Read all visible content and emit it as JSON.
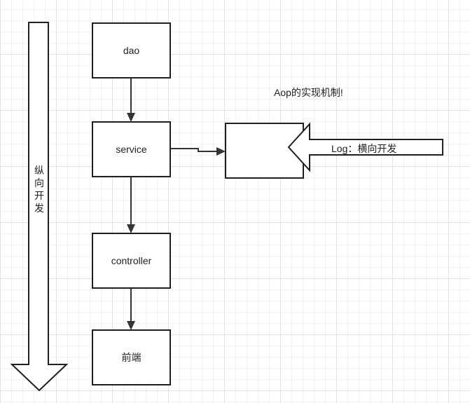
{
  "diagram": {
    "annotation": "Aop的实现机制!",
    "vertical_label_chars": [
      "纵",
      "向",
      "开",
      "发"
    ],
    "horizontal_arrow_label": "Log：横向开发",
    "nodes": {
      "dao": "dao",
      "service": "service",
      "controller": "controller",
      "frontend": "前端",
      "aspect": ""
    }
  }
}
